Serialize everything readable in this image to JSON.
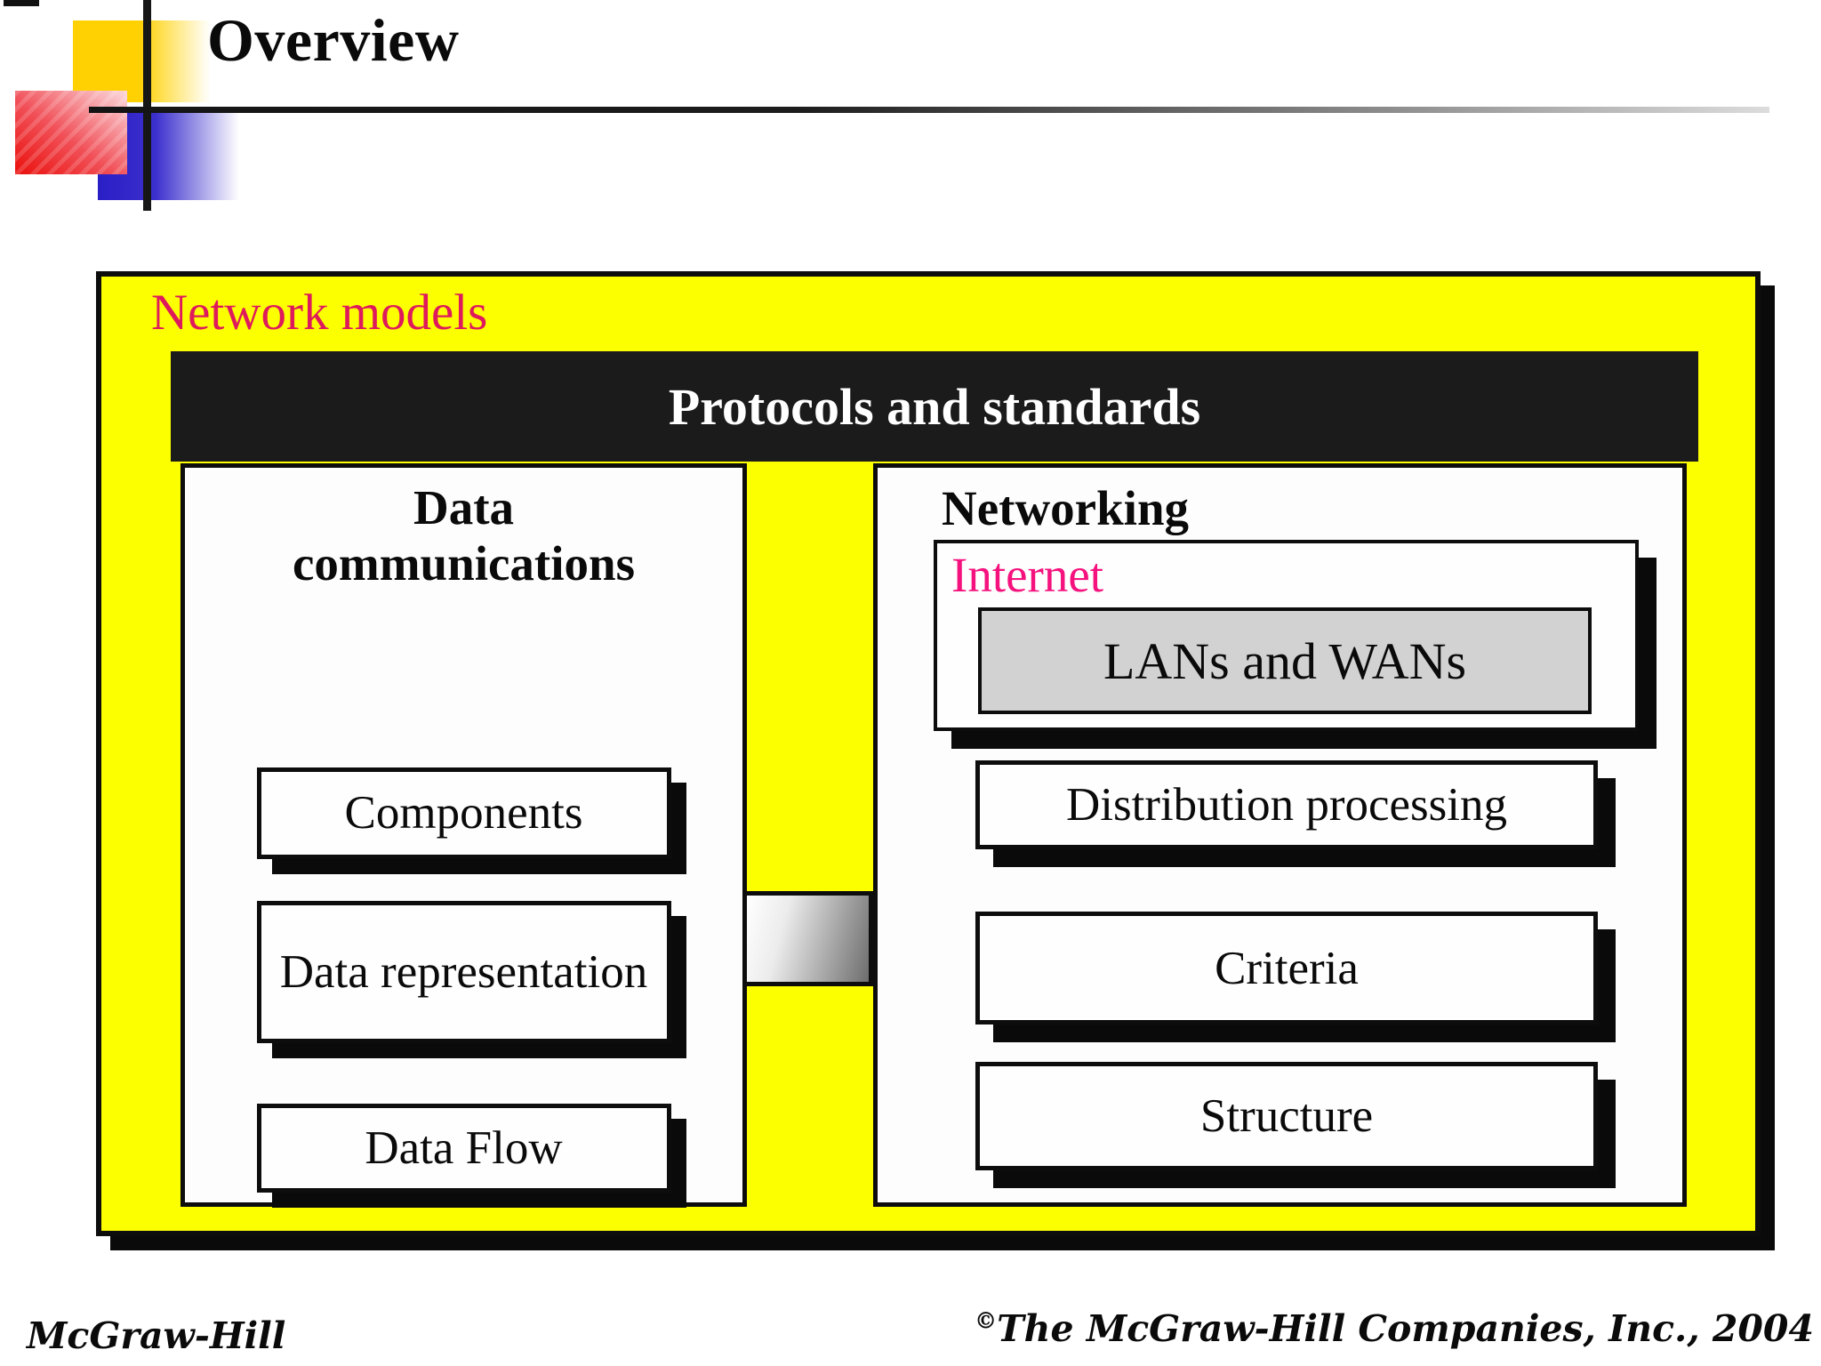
{
  "slide": {
    "title": "Overview",
    "footer": {
      "left": "McGraw-Hill",
      "right_symbol": "©",
      "right": "The McGraw-Hill Companies, Inc., 2004"
    }
  },
  "diagram": {
    "outer_label": "Network models",
    "header": "Protocols and standards",
    "left_panel": {
      "title": "Data communications",
      "boxes": [
        "Components",
        "Data representation",
        "Data Flow"
      ]
    },
    "right_panel": {
      "title": "Networking",
      "internet": {
        "label": "Internet",
        "inner_box": "LANs and WANs"
      },
      "boxes": [
        "Distribution processing",
        "Criteria",
        "Structure"
      ]
    },
    "colors": {
      "outer_bg": "#fcff00",
      "header_bg": "#1b1b1b",
      "header_text": "#ffffff",
      "outer_label": "#de1a5c",
      "internet_label": "#f5127e",
      "lans_bg": "#d2d2d2"
    }
  }
}
